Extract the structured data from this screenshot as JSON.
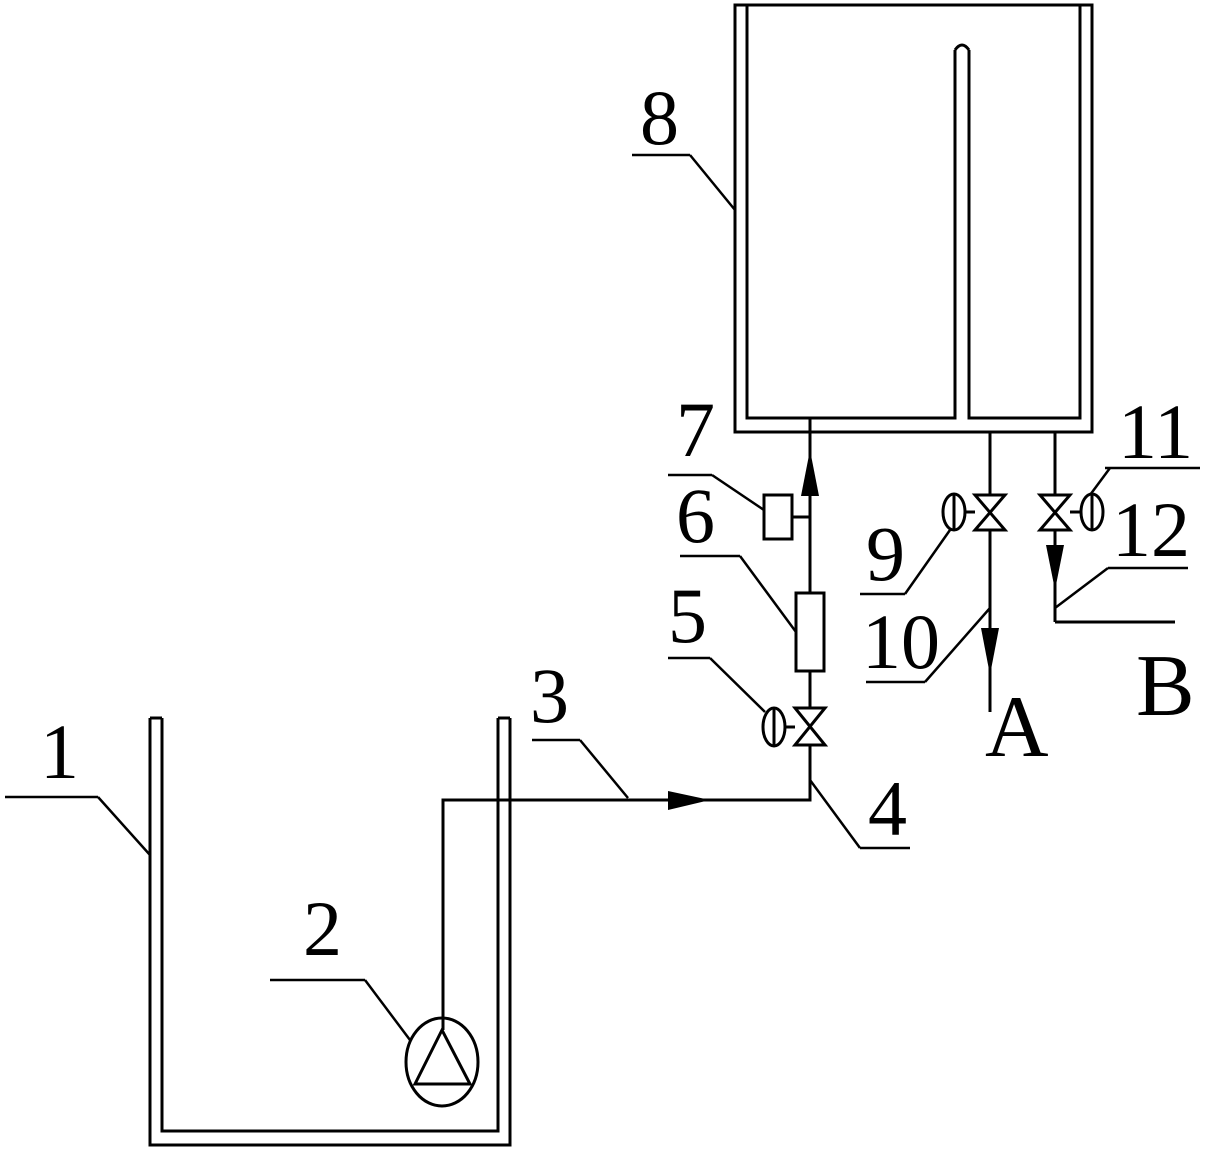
{
  "labels": {
    "l1": "1",
    "l2": "2",
    "l3": "3",
    "l4": "4",
    "l5": "5",
    "l6": "6",
    "l7": "7",
    "l8": "8",
    "l9": "9",
    "l10": "10",
    "l11": "11",
    "l12": "12",
    "outA": "A",
    "outB": "B"
  }
}
